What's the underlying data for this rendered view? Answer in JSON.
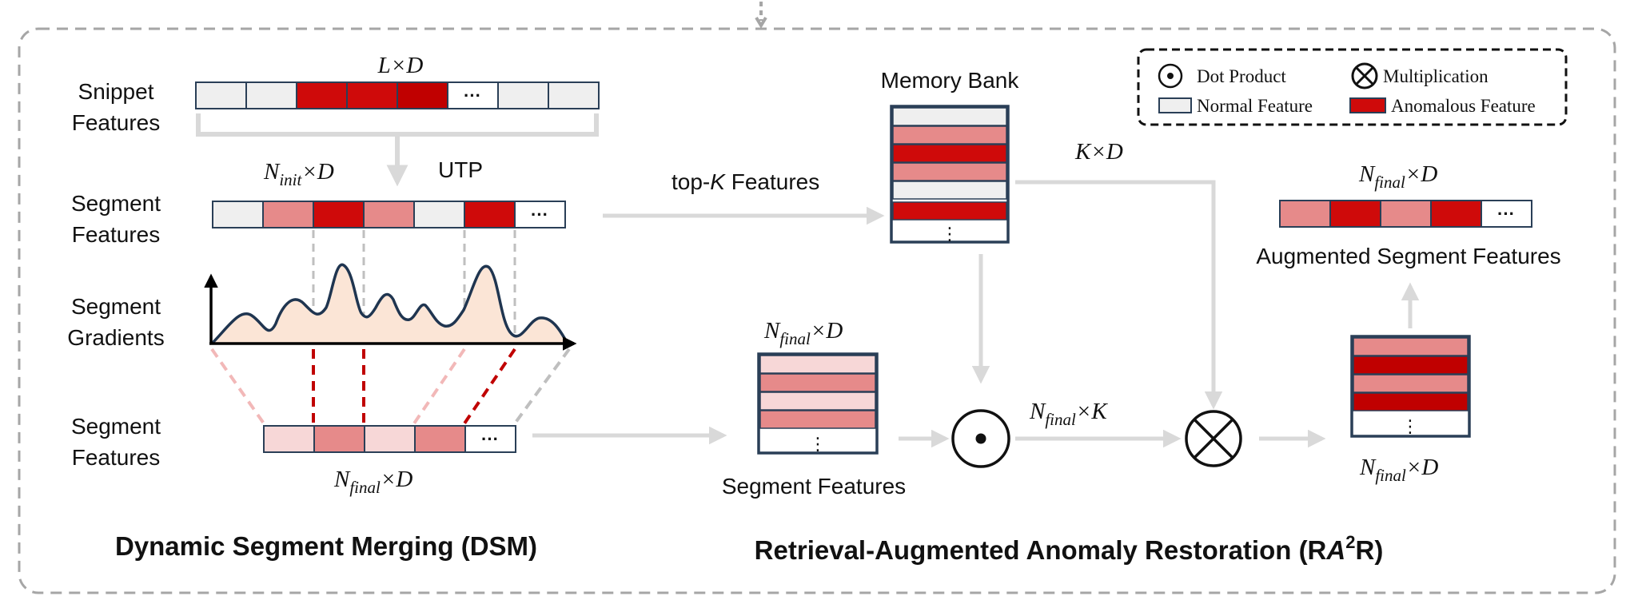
{
  "colors": {
    "normal": "#efefef",
    "anomalous": "#cf0a0a",
    "dark_anomalous": "#c00000",
    "medium": "#e68a8a",
    "light": "#f7d7d7",
    "box_border": "#2a3f57",
    "arrow": "#d9d9d9",
    "dashed_red": "#c00000",
    "dashed_light": "#f2b8b8",
    "dashed_gray": "#bfbfbf",
    "gradient_fill": "#fbe5d6",
    "gradient_line": "#1f3550",
    "frame": "#a6a6a6"
  },
  "legend": {
    "dot_product": "Dot Product",
    "multiplication": "Multiplication",
    "normal_feature": "Normal Feature",
    "anomalous_feature": "Anomalous Feature"
  },
  "labels": {
    "snippet_line1": "Snippet",
    "snippet_line2": "Features",
    "segment_line1": "Segment",
    "segment_line2": "Features",
    "gradients_line1": "Segment",
    "gradients_line2": "Gradients",
    "segment2_line1": "Segment",
    "segment2_line2": "Features",
    "utp": "UTP",
    "top_k_prefix": "top-",
    "top_k_var": "K",
    "top_k_suffix": " Features",
    "memory_bank": "Memory Bank",
    "segment_features_bottom": "Segment Features",
    "augmented": "Augmented Segment Features",
    "ellipsis": "···",
    "vellipsis": "⋮"
  },
  "math": {
    "l_x_d": {
      "base": "L×D"
    },
    "n_init_x_d": {
      "base": "N",
      "sub": "init",
      "tail": "×D"
    },
    "n_final_x_d": {
      "base": "N",
      "sub": "final",
      "tail": "×D"
    },
    "k_x_d": {
      "base": "K×D"
    },
    "n_final_x_k": {
      "base": "N",
      "sub": "final",
      "tail": "×K"
    }
  },
  "titles": {
    "dsm": "Dynamic Segment Merging  (DSM)",
    "ra2r_prefix": "Retrieval-Augmented Anomaly Restoration (R",
    "ra2r_a": "A",
    "ra2r_sup": "2",
    "ra2r_suffix": "R)"
  },
  "operators": {
    "dot": "dot-product",
    "mult": "multiplication"
  }
}
